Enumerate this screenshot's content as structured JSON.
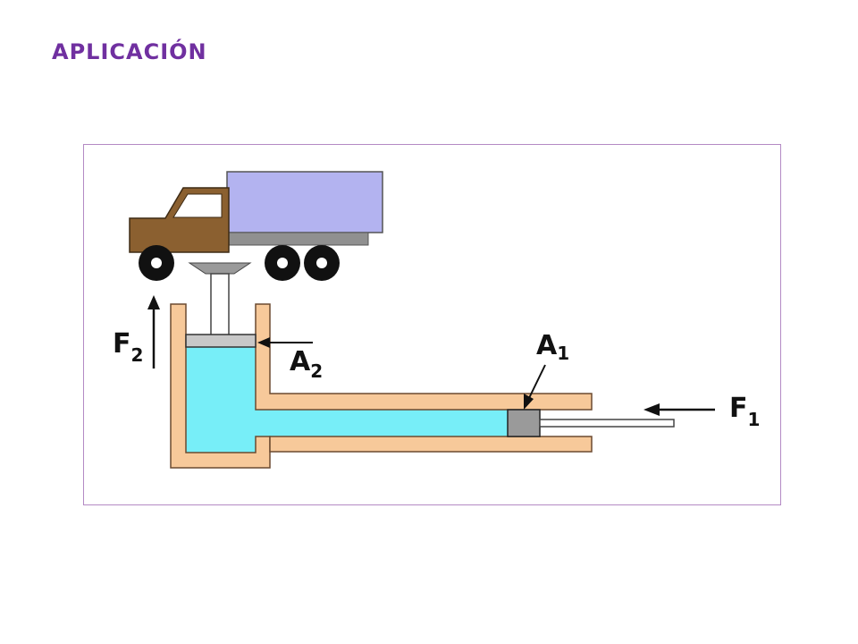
{
  "slide": {
    "title": "APLICACIÓN"
  },
  "diagram": {
    "labels": {
      "f2": {
        "main": "F",
        "sub": "2"
      },
      "a2": {
        "main": "A",
        "sub": "2"
      },
      "a1": {
        "main": "A",
        "sub": "1"
      },
      "f1": {
        "main": "F",
        "sub": "1"
      }
    },
    "colors": {
      "vessel": "#f7c99a",
      "vessel_outline": "#6b4a30",
      "fluid": "#77eef8",
      "truck_cab": "#8b6030",
      "truck_box": "#b3b3f0",
      "chassis": "#909090",
      "wheel": "#111111",
      "accent_title": "#7030a0",
      "frame_border": "#b48ac4"
    },
    "icons": [
      "truck-icon",
      "force-arrow-icon",
      "pointer-arrow-icon"
    ]
  }
}
